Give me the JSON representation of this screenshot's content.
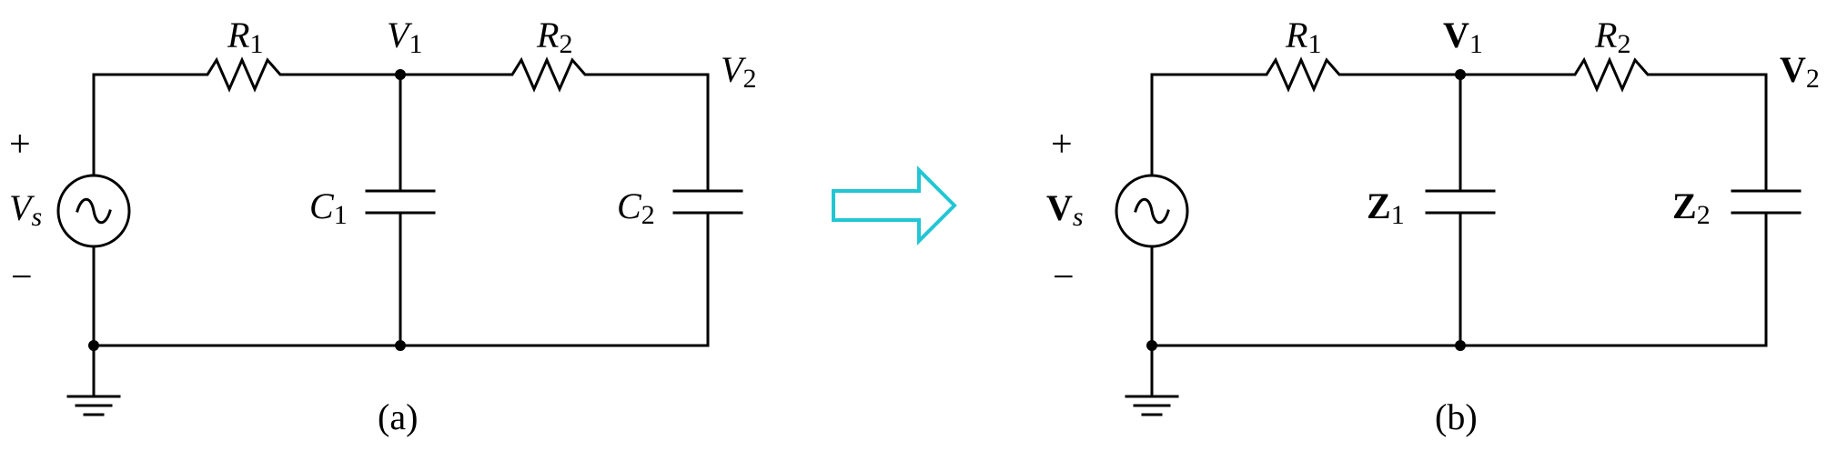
{
  "circuit_a": {
    "R1": "R",
    "R1_sub": "1",
    "R2": "R",
    "R2_sub": "2",
    "V1": "V",
    "V1_sub": "1",
    "V2": "V",
    "V2_sub": "2",
    "C1": "C",
    "C1_sub": "1",
    "C2": "C",
    "C2_sub": "2",
    "Vs": "V",
    "Vs_sub": "s",
    "plus": "+",
    "minus": "−",
    "caption": "(a)"
  },
  "circuit_b": {
    "R1": "R",
    "R1_sub": "1",
    "R2": "R",
    "R2_sub": "2",
    "V1": "V",
    "V1_sub": "1",
    "V2": "V",
    "V2_sub": "2",
    "Z1": "Z",
    "Z1_sub": "1",
    "Z2": "Z",
    "Z2_sub": "2",
    "Vs": "V",
    "Vs_sub": "s",
    "plus": "+",
    "minus": "−",
    "caption": "(b)"
  },
  "colors": {
    "wire": "#000000",
    "arrow": "#22c6d3"
  }
}
